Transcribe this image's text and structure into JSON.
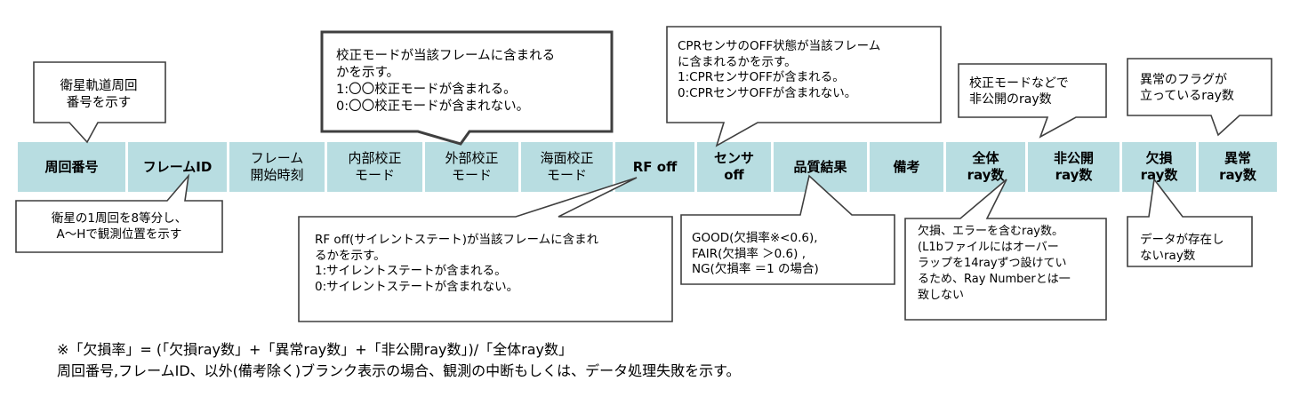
{
  "header": {
    "cells": [
      {
        "label": "周回番号",
        "bold": true
      },
      {
        "label": "フレームID",
        "bold": true
      },
      {
        "label": "フレーム\n開始時刻",
        "bold": false
      },
      {
        "label": "内部校正\nモード",
        "bold": false
      },
      {
        "label": "外部校正\nモード",
        "bold": false
      },
      {
        "label": "海面校正\nモード",
        "bold": false
      },
      {
        "label": "RF off",
        "bold": true
      },
      {
        "label": "センサ\noff",
        "bold": true
      },
      {
        "label": "品質結果",
        "bold": true
      },
      {
        "label": "備考",
        "bold": true
      },
      {
        "label": "全体\nray数",
        "bold": true
      },
      {
        "label": "非公開\nray数",
        "bold": true
      },
      {
        "label": "欠損\nray数",
        "bold": true
      },
      {
        "label": "異常\nray数",
        "bold": true
      }
    ]
  },
  "callouts": {
    "orbit": "衛星軌道周回\n番号を示す",
    "calib": "校正モードが当該フレームに含まれる\nかを示す。\n1:〇〇校正モードが含まれる。\n0:〇〇校正モードが含まれない。",
    "cpr": "CPRセンサのOFF状態が当該フレーム\nに含まれるかを示す。\n1:CPRセンサOFFが含まれる。\n0:CPRセンサOFFが含まれない。",
    "private": "校正モードなどで\n非公開のray数",
    "anomaly": "異常のフラグが\n立っているray数",
    "frameid": "衛星の1周回を8等分し、\nA～Hで観測位置を示す",
    "rfoff": "RF off(サイレントステート)が当該フレームに含まれ\nるかを示す。\n1:サイレントステートが含まれる。\n0:サイレントステートが含まれない。",
    "quality": "GOOD(欠損率※<0.6),\nFAIR(欠損率 ＞0.6) ,\nNG(欠損率 ＝1 の場合)",
    "total": "欠損、エラーを含むray数。\n(L1bファイルにはオーバー\nラップを14rayずつ設けてい\nるため、Ray Numberとは一\n致しない",
    "missing": "データが存在し\nないray数"
  },
  "footnotes": {
    "line1": "※「欠損率」= (「欠損ray数」+「異常ray数」+「非公開ray数」)/「全体ray数」",
    "line2": "周回番号,フレームID、以外(備考除く)ブランク表示の場合、観測の中断もしくは、データ処理失敗を示す。"
  }
}
